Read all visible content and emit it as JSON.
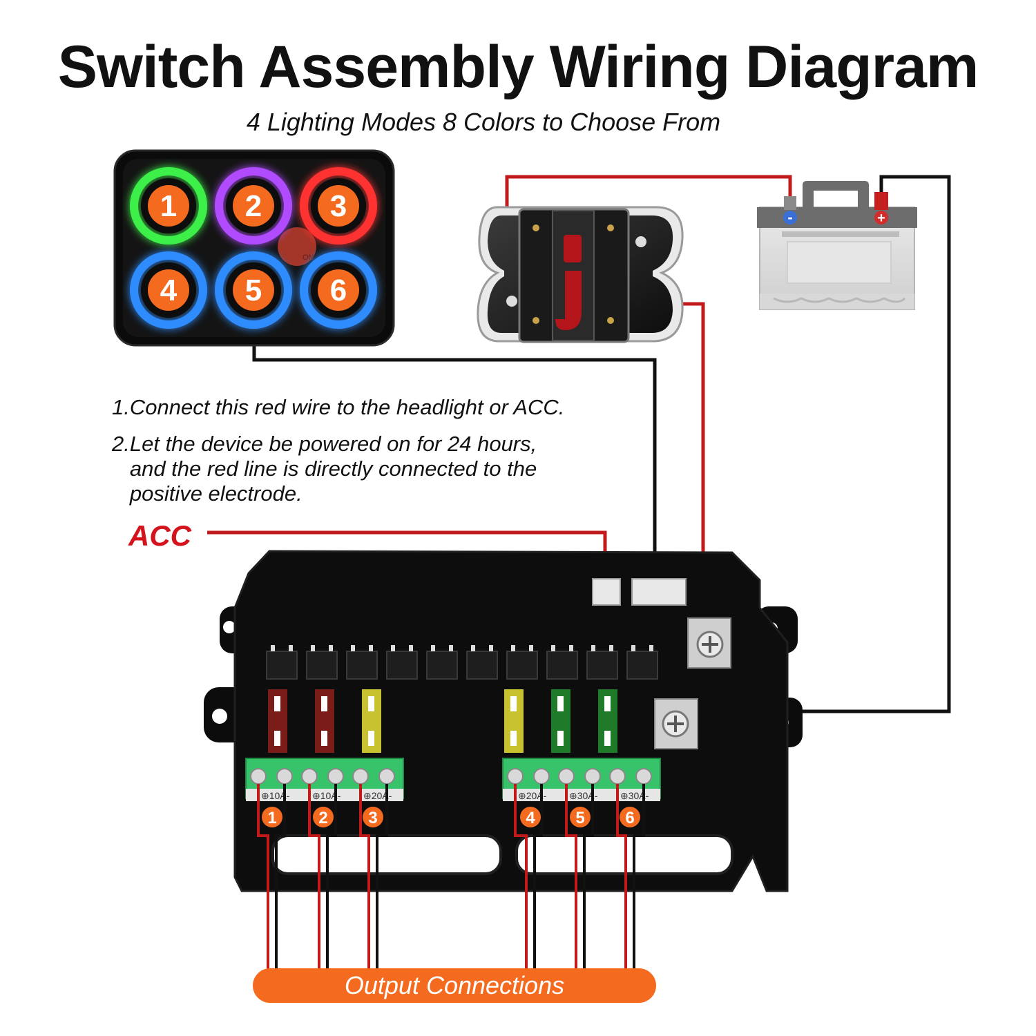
{
  "title": "Switch Assembly Wiring Diagram",
  "subtitle": "4 Lighting Modes 8 Colors to Choose From",
  "notes": [
    "1.Connect this red wire to the headlight or ACC.",
    "2.Let the device be powered on for 24 hours,\n   and the red line is directly connected to the\n   positive electrode."
  ],
  "acc_label": "ACC",
  "output_label": "Output Connections",
  "switch_panel": {
    "buttons": [
      {
        "label": "1",
        "ring_color": "#3df04a"
      },
      {
        "label": "2",
        "ring_color": "#b14cff"
      },
      {
        "label": "3",
        "ring_color": "#ff3030"
      },
      {
        "label": "4",
        "ring_color": "#2f8cff"
      },
      {
        "label": "5",
        "ring_color": "#2f8cff"
      },
      {
        "label": "6",
        "ring_color": "#2f8cff"
      }
    ],
    "center_badge": "ON"
  },
  "battery": {
    "negative": "-",
    "positive": "+"
  },
  "fuses": [
    "10A-",
    "10A-",
    "20A-",
    "20A-",
    "30A-",
    "30A-"
  ],
  "channels": [
    "1",
    "2",
    "3",
    "4",
    "5",
    "6"
  ],
  "colors": {
    "red_wire": "#c21a1a",
    "black_wire": "#111111",
    "orange": "#f46a1e",
    "accent_red": "#d3141c"
  }
}
